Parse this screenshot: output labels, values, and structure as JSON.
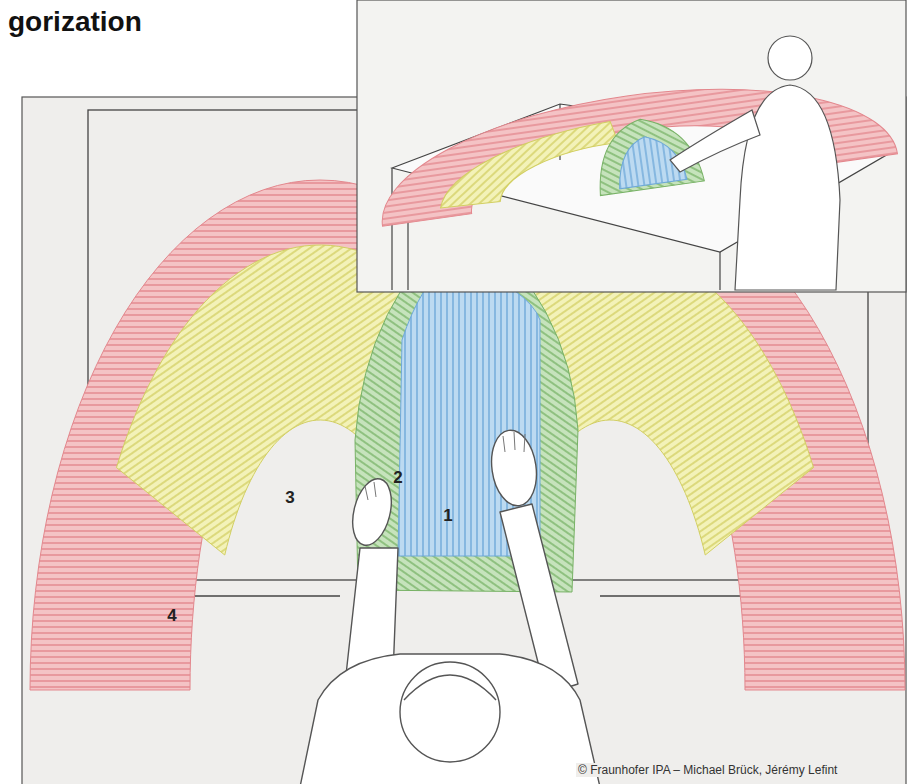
{
  "diagram": {
    "title": "gorization",
    "nodes": [
      {
        "text": [
          "4"
        ]
      },
      {
        "text": [
          "3"
        ],
        "in": 0
      },
      {
        "text": [
          "2"
        ]
      },
      {
        "text": [
          "1"
        ],
        "in": 2
      }
    ],
    "labels": [
      "© Fraunhofer IPA – Michael Brück, Jérémy Lefint"
    ]
  }
}
